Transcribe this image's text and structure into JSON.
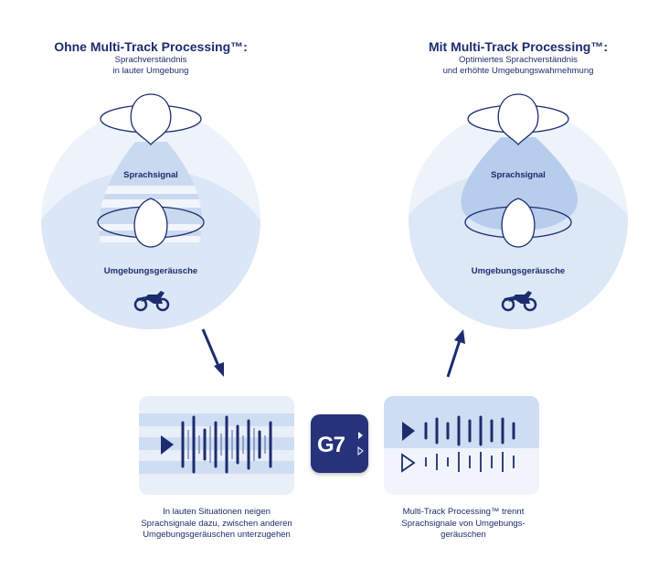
{
  "left": {
    "title": "Ohne Multi-Track Processing™:",
    "subtitle_line1": "Sprachverständnis",
    "subtitle_line2": "in lauter Umgebung",
    "speech_label": "Sprachsignal",
    "ambient_label": "Umgebungsgeräusche",
    "motorcycle_icon": "motorcycle-icon",
    "caption_line1": "In lauten Situationen neigen",
    "caption_line2": "Sprachsignale dazu, zwischen anderen",
    "caption_line3": "Umgebungsgeräuschen unterzugehen"
  },
  "right": {
    "title": "Mit Multi-Track Processing™:",
    "subtitle_line1": "Optimiertes Sprachverständnis",
    "subtitle_line2": "und erhöhte Umgebungswahrnehmung",
    "speech_label": "Sprachsignal",
    "ambient_label": "Umgebungsgeräusche",
    "motorcycle_icon": "motorcycle-icon",
    "caption_line1": "Multi-Track Processing™ trennt",
    "caption_line2": "Sprachsignale von Umgebungs-",
    "caption_line3": "geräuschen"
  },
  "g7_badge": {
    "label": "G7"
  },
  "colors": {
    "navy": "#1c2c6e",
    "light_blue": "#dde8f7",
    "mid_blue": "#b7cdec",
    "badge": "#26337a"
  }
}
